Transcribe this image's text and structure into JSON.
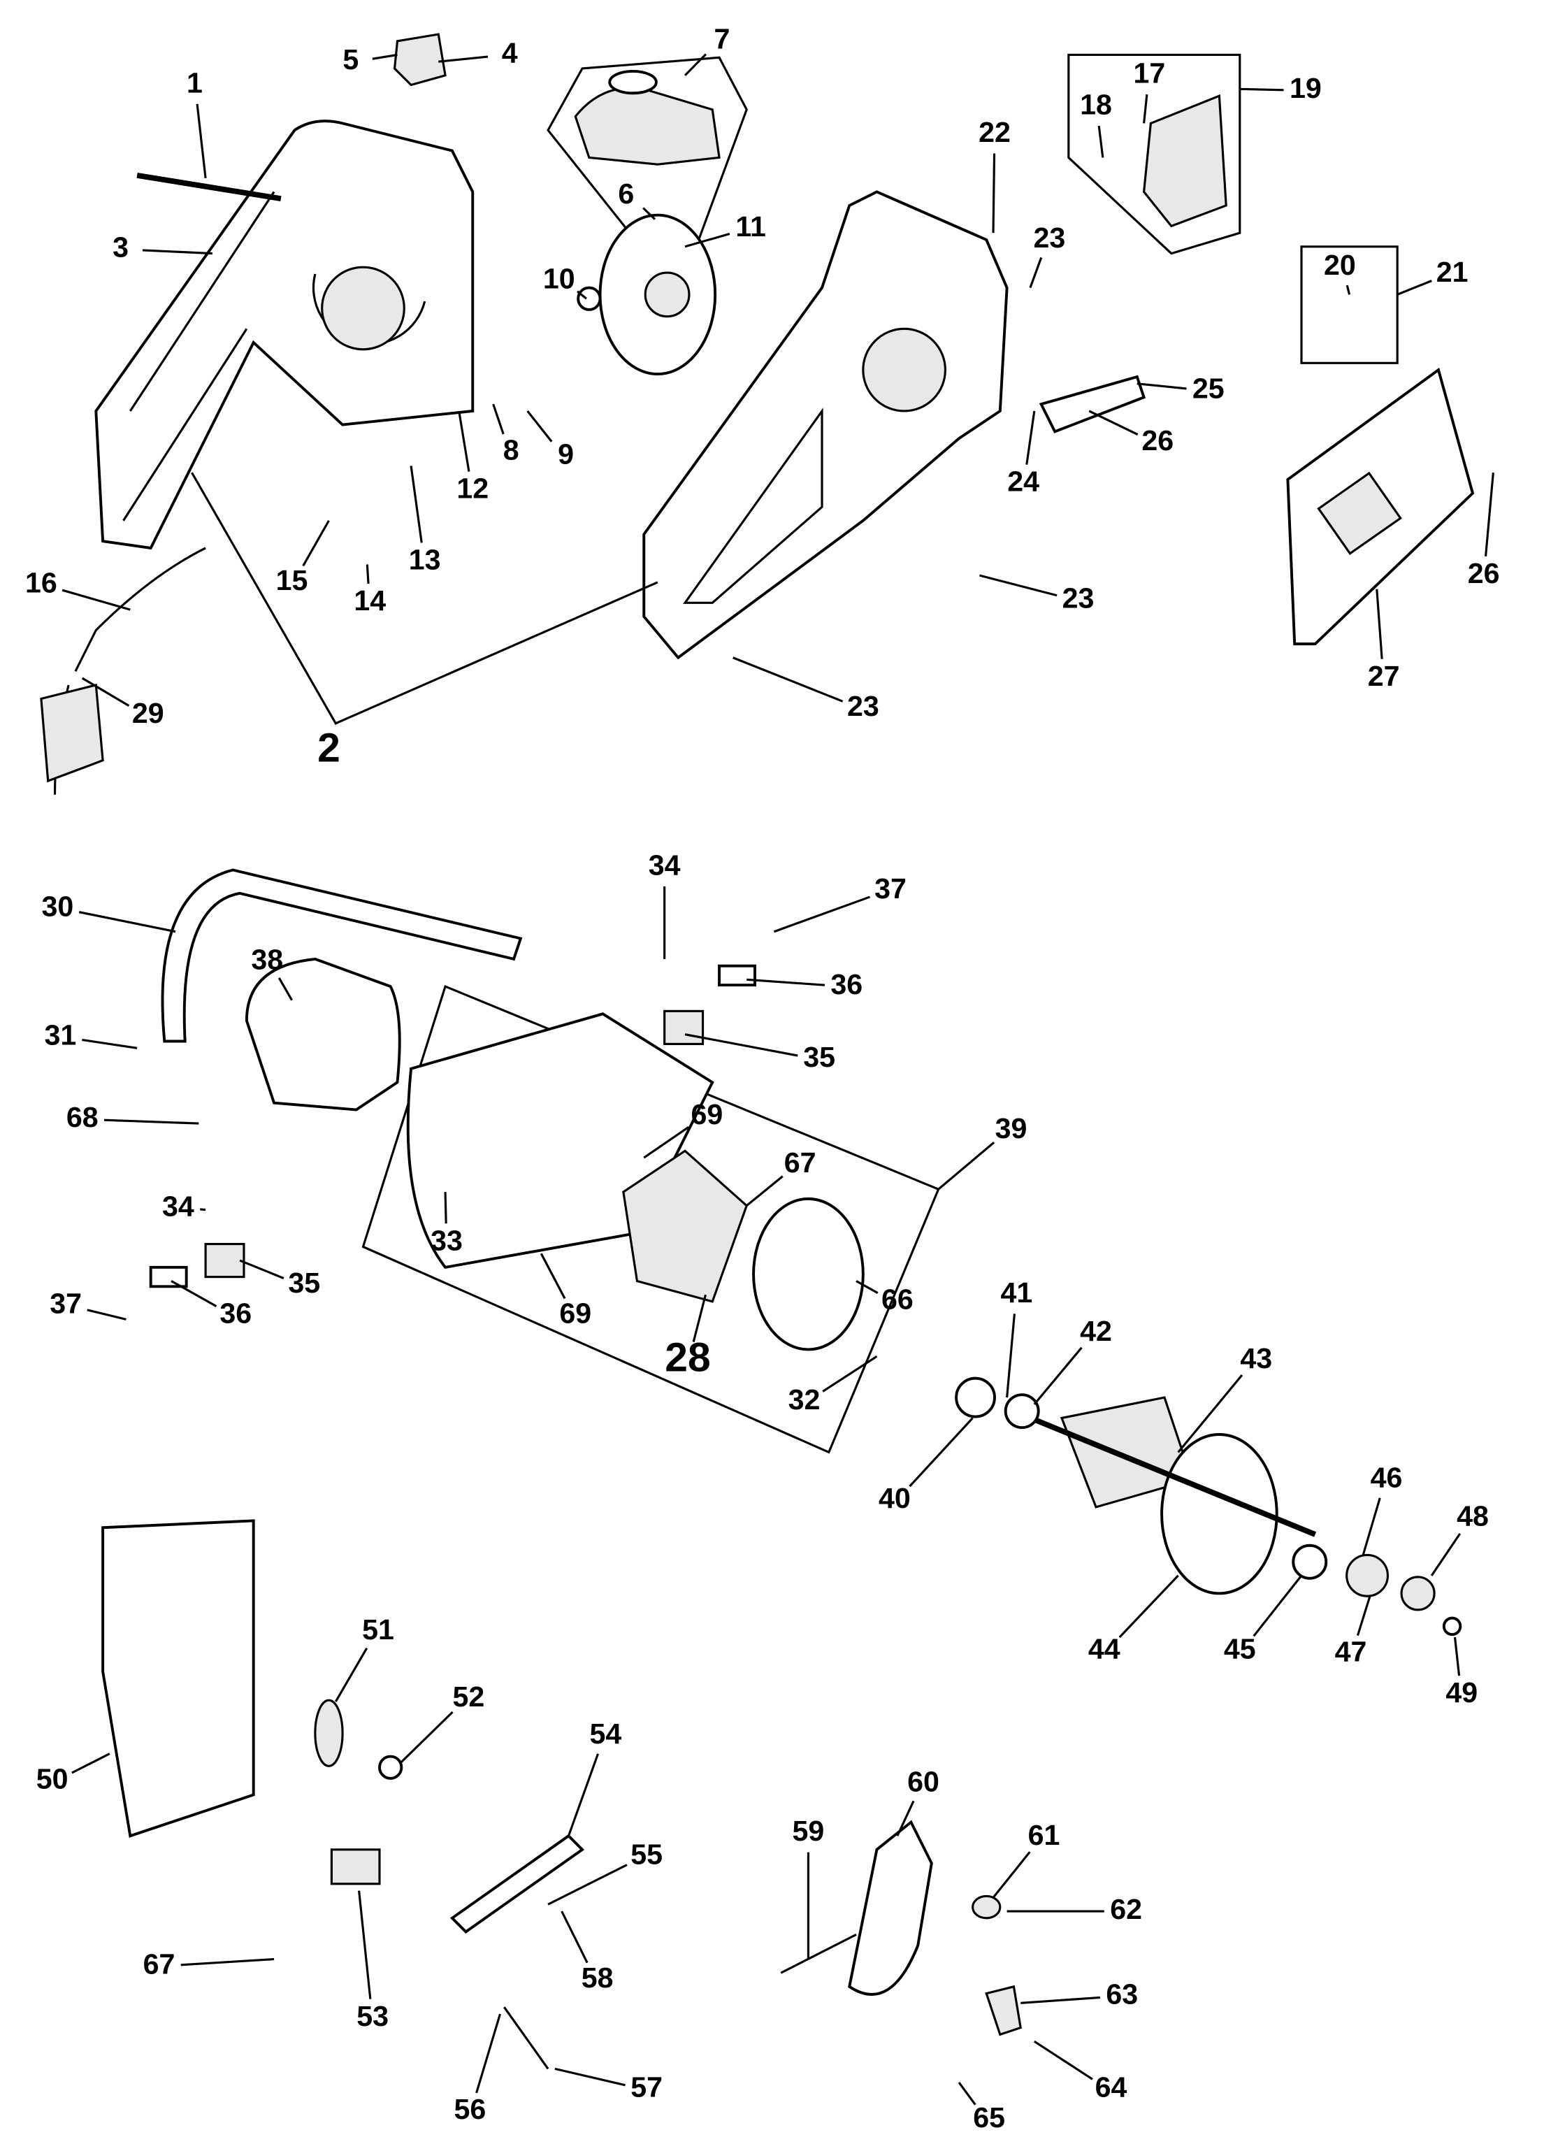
{
  "diagram": {
    "type": "exploded parts diagram",
    "labels": [
      "1",
      "2",
      "3",
      "4",
      "5",
      "6",
      "7",
      "8",
      "9",
      "10",
      "11",
      "12",
      "13",
      "14",
      "15",
      "16",
      "17",
      "18",
      "19",
      "20",
      "21",
      "22",
      "23",
      "23",
      "23",
      "24",
      "25",
      "26",
      "26",
      "27",
      "28",
      "29",
      "30",
      "31",
      "32",
      "33",
      "34",
      "34",
      "35",
      "35",
      "36",
      "36",
      "37",
      "37",
      "38",
      "39",
      "40",
      "41",
      "42",
      "43",
      "44",
      "45",
      "46",
      "47",
      "48",
      "49",
      "50",
      "51",
      "52",
      "53",
      "54",
      "55",
      "56",
      "57",
      "58",
      "59",
      "60",
      "61",
      "62",
      "63",
      "64",
      "65",
      "66",
      "67",
      "67",
      "68",
      "69",
      "69"
    ]
  }
}
